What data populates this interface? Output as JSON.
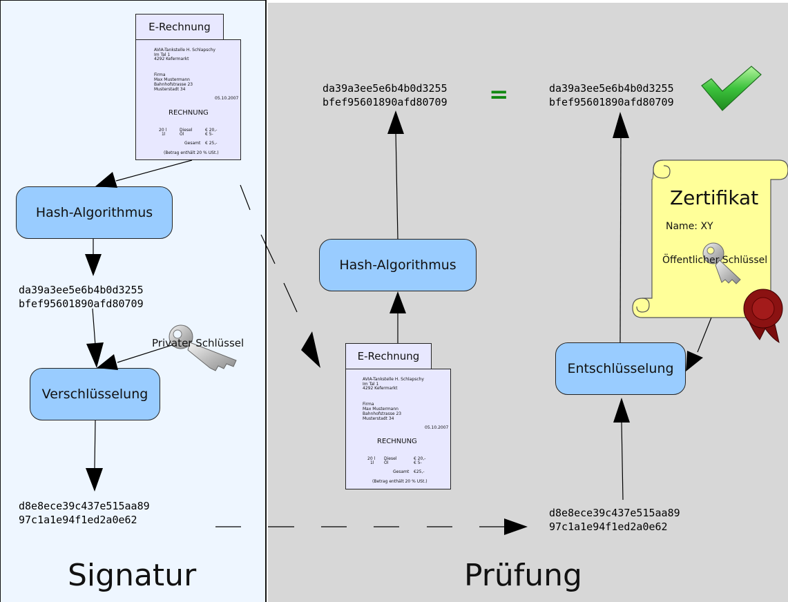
{
  "sections": {
    "signature": "Signatur",
    "verification": "Prüfung"
  },
  "process": {
    "hash_left": "Hash-Algorithmus",
    "encrypt": "Verschlüsselung",
    "hash_right": "Hash-Algorithmus",
    "decrypt": "Entschlüsselung"
  },
  "hashes": {
    "left_line1": "da39a3ee5e6b4b0d3255",
    "left_line2": "bfef95601890afd80709",
    "mid_line1": "da39a3ee5e6b4b0d3255",
    "mid_line2": "bfef95601890afd80709",
    "right_line1": "da39a3ee5e6b4b0d3255",
    "right_line2": "bfef95601890afd80709",
    "sig_left_line1": "d8e8ece39c437e515aa89",
    "sig_left_line2": "97c1a1e94f1ed2a0e62",
    "sig_right_line1": "d8e8ece39c437e515aa89",
    "sig_right_line2": "97c1a1e94f1ed2a0e62"
  },
  "equals_sign": "=",
  "private_key_label": "Privater Schlüssel",
  "certificate": {
    "title": "Zertifikat",
    "name": "Name: XY",
    "public_key": "Öffentlicher Schlüssel"
  },
  "invoice": {
    "tab": "E-Rechnung",
    "sender1": "AVIA-Tankstelle H. Schlapschy",
    "sender2": "Im Tal 1",
    "sender3": "4292 Kefermarkt",
    "rcpt1": "Firma",
    "rcpt2": "Max Mustermann",
    "rcpt3": "Bahnhofstrasse 23",
    "rcpt4": "Musterstadt 34",
    "date": "05.10.2007",
    "heading": "RECHNUNG",
    "qty1": "20 l",
    "item1": "Diesel",
    "price1": "€ 20,-",
    "qty2": "1l",
    "item2": "Öl",
    "price2": "€   5-",
    "total_label": "Gesamt",
    "total": "€ 25,-",
    "total_alt": "€25,-",
    "vat": "(Betrag enthält 20 % USt.)"
  },
  "colors": {
    "process_fill": "#99ccff",
    "left_panel": "#eef6ff",
    "right_panel": "#d7d7d7",
    "invoice_fill": "#e8e8ff",
    "certificate_fill": "#ffff99",
    "equals": "#118811"
  },
  "icons": [
    "key-icon",
    "checkmark-icon",
    "wax-seal-icon",
    "scroll-icon"
  ]
}
